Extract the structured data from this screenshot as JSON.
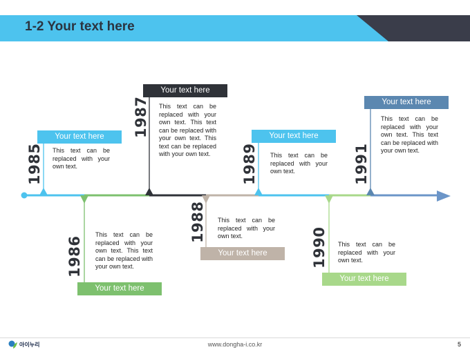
{
  "header": {
    "title": "1-2 Your text here",
    "colors": {
      "band": "#4dc3ee",
      "corner": "#3a3d4a"
    }
  },
  "timeline": {
    "arrow_color": "#6b95c8",
    "events": [
      {
        "year": "1985",
        "label": "Your text here",
        "body": "This text can be replaced with your own text.",
        "color": "#4dc3ee",
        "side": "above"
      },
      {
        "year": "1986",
        "label": "Your text here",
        "body": "This text can be replaced with your own text. This text can be replaced with your own text.",
        "color": "#7dc06e",
        "side": "below"
      },
      {
        "year": "1987",
        "label": "Your text here",
        "body": "This text can be replaced with your own text. This text can be replaced with your own text. This text can be replaced with your own text.",
        "color": "#2f3238",
        "side": "above"
      },
      {
        "year": "1988",
        "label": "Your text here",
        "body": "This text can be replaced with your own text.",
        "color": "#bfb3a8",
        "side": "below"
      },
      {
        "year": "1989",
        "label": "Your text here",
        "body": "This text can be replaced with your own text.",
        "color": "#4dc3ee",
        "side": "above"
      },
      {
        "year": "1990",
        "label": "Your text here",
        "body": "This text can be replaced with your own text.",
        "color": "#a8d88a",
        "side": "below"
      },
      {
        "year": "1991",
        "label": "Your text here",
        "body": "This text can be replaced with your own text. This text can be replaced with your own text.",
        "color": "#5b87b0",
        "side": "above"
      }
    ]
  },
  "footer": {
    "url": "www.dongha-i.co.kr",
    "page_number": "5",
    "logo_text": "아이누리",
    "logo_icon": "leaf-icon"
  }
}
